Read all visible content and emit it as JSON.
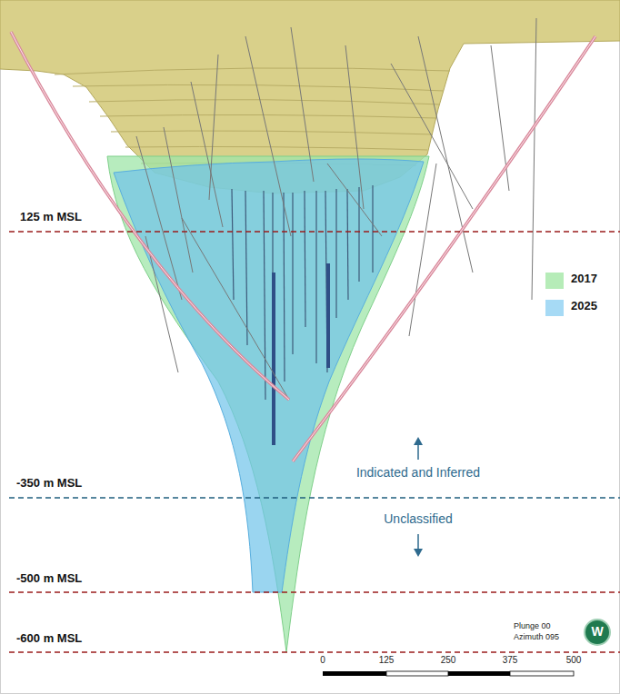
{
  "diagram": {
    "labels": [
      "125 m MSL",
      "-350 m MSL",
      "-500 m MSL",
      "-600 m MSL",
      "Indicated and Inferred",
      "Unclassified",
      "Plunge 00",
      "Azimuth 095",
      "W",
      "0",
      "125",
      "250",
      "375",
      "500"
    ],
    "legend": [
      {
        "text": "2017",
        "color": "#b6ecb8"
      },
      {
        "text": "2025",
        "color": "#a6daf5"
      }
    ]
  }
}
